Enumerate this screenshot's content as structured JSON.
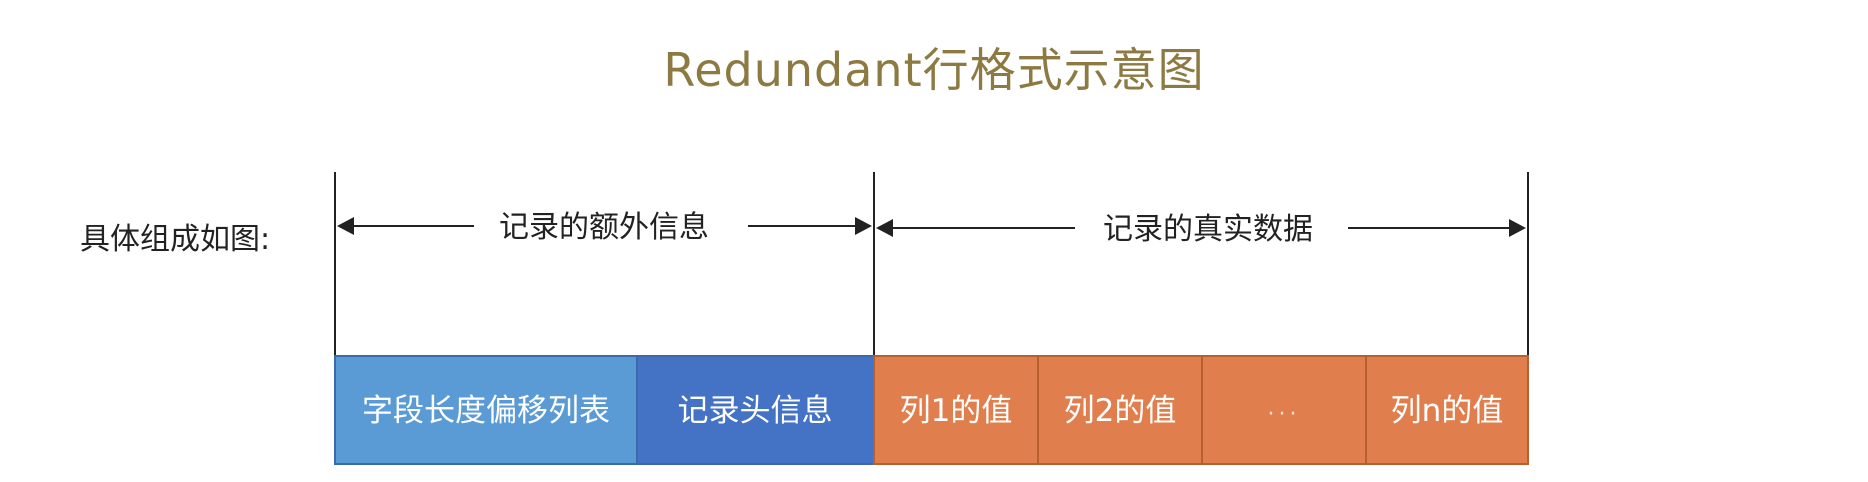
{
  "title": "Redundant行格式示意图",
  "intro_label": "具体组成如图:",
  "sections": {
    "extra_info": "记录的额外信息",
    "real_data": "记录的真实数据"
  },
  "cells": [
    {
      "label": "字段长度偏移列表",
      "color": "#5b9bd5"
    },
    {
      "label": "记录头信息",
      "color": "#4472c4"
    },
    {
      "label": "列1的值",
      "color": "#e07f4d"
    },
    {
      "label": "列2的值",
      "color": "#e07f4d"
    },
    {
      "label": "···",
      "color": "#e07f4d"
    },
    {
      "label": "列n的值",
      "color": "#e07f4d"
    }
  ]
}
